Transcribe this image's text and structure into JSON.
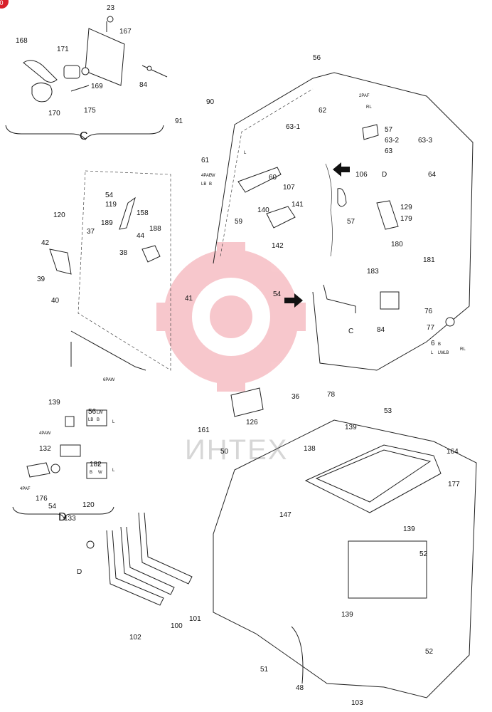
{
  "corner_badge": "0",
  "watermark": "ИНТЕХ",
  "callouts": [
    "23",
    "167",
    "168",
    "171",
    "169",
    "84",
    "170",
    "175",
    "90",
    "91",
    "56",
    "62",
    "2PAF",
    "RL",
    "57",
    "63-2",
    "63-3",
    "63",
    "63-1",
    "61",
    "4PAF",
    "LB",
    "LW",
    "B",
    "L",
    "60",
    "107",
    "106",
    "D",
    "64",
    "54",
    "119",
    "158",
    "120",
    "37",
    "189",
    "188",
    "44",
    "42",
    "38",
    "39",
    "40",
    "41",
    "140",
    "59",
    "142",
    "141",
    "57",
    "129",
    "179",
    "180",
    "181",
    "183",
    "54",
    "C",
    "84",
    "76",
    "77",
    "6",
    "B",
    "L",
    "LW",
    "LB",
    "RL",
    "6PAW",
    "36",
    "126",
    "161",
    "78",
    "139",
    "53",
    "164",
    "138",
    "50",
    "147",
    "177",
    "139",
    "52",
    "139",
    "48",
    "51",
    "52",
    "139",
    "56",
    "LW",
    "LB",
    "B",
    "L",
    "4PAW",
    "132",
    "182",
    "L",
    "B",
    "W",
    "L",
    "4PAF",
    "176",
    "120",
    "54",
    "133",
    "D",
    "102",
    "100",
    "101",
    "103"
  ],
  "section_labels": {
    "c_top": "C",
    "d_bottom": "D"
  }
}
